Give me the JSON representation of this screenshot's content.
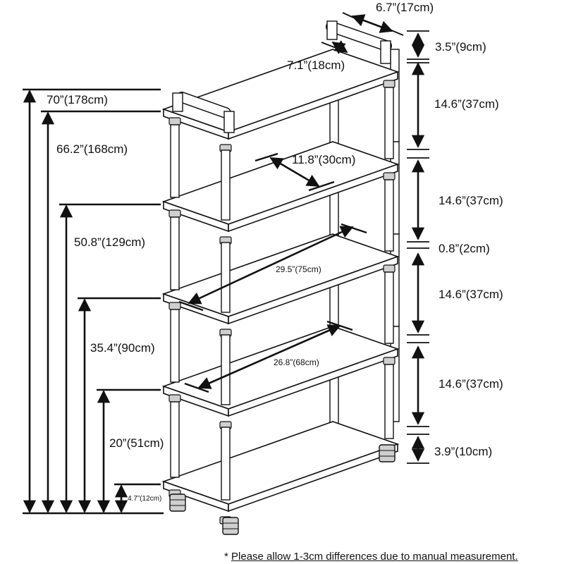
{
  "dimensions": {
    "top_pipe_length": "6.7”(17cm)",
    "top_pipe_depth": "7.1”(18cm)",
    "top_rail_height": "3.5”(9cm)",
    "shelf_depth": "11.8”(30cm)",
    "spacing_1": "14.6”(37cm)",
    "spacing_2": "14.6”(37cm)",
    "shelf_thickness": "0.8”(2cm)",
    "spacing_3": "14.6”(37cm)",
    "spacing_4": "14.6”(37cm)",
    "bottom_clearance": "3.9”(10cm)",
    "shelf_width_outer": "29.5”(75cm)",
    "shelf_width_inner": "26.8”(68cm)",
    "total_height": "70”(178cm)",
    "height_shelf_5": "66.2”(168cm)",
    "height_shelf_4": "50.8”(129cm)",
    "height_shelf_3": "35.4”(90cm)",
    "height_shelf_2": "20”(51cm)",
    "height_shelf_1": "4.7”(12cm)"
  },
  "footnote": {
    "star": "*",
    "text": "Please allow 1-3cm differences due to manual measurement."
  },
  "colors": {
    "line": "#111111",
    "pipe_fill": "#ffffff",
    "fitting_fill": "#cfcfcf"
  }
}
